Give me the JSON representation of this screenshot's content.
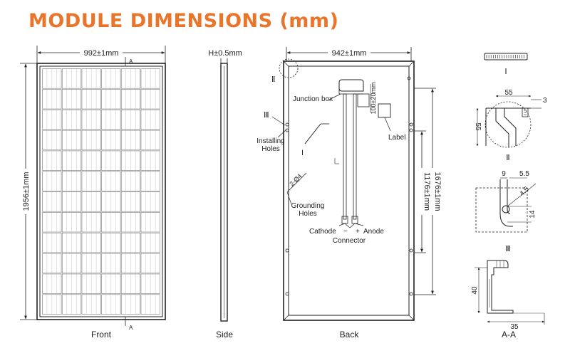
{
  "title": "MODULE DIMENSIONS (mm)",
  "colors": {
    "title": "#e8752a",
    "line": "#222222",
    "cell": "#8a8a8a"
  },
  "front": {
    "width_label": "992±1mm",
    "height_label": "1956±1mm",
    "section_marker": "A",
    "caption": "Front",
    "grid": {
      "columns": 6,
      "rows": 12
    }
  },
  "side": {
    "thickness_label": "H±0.5mm",
    "caption": "Side"
  },
  "back": {
    "width_label": "942±1mm",
    "length_outer_label": "1676±1mm",
    "length_inner_label": "1176±1mm",
    "junction_box": "Junction box",
    "cable_label": "100±20mm",
    "label_box": "Label",
    "installing_holes": [
      "Installing",
      "Holes"
    ],
    "grounding_holes": [
      "Grounding",
      "Holes"
    ],
    "grounding_spec": "2-Ø4",
    "cathode": "Cathode",
    "anode": "Anode",
    "minus": "−",
    "plus": "+",
    "connector": "Connector",
    "marker_1": "Ⅰ",
    "marker_2": "Ⅱ",
    "marker_3": "Ⅲ",
    "caption": "Back"
  },
  "details": {
    "d1_marker": "Ⅰ",
    "d2_marker": "Ⅱ",
    "d2_dims": {
      "width": "55",
      "height": "55",
      "lip": "3"
    },
    "d3_marker": "Ⅲ",
    "d3_dims": {
      "a": "9",
      "b": "5.5",
      "c": "4.5",
      "d": "14"
    },
    "aa_dims": {
      "height": "40",
      "width": "35"
    },
    "aa_caption": "A-A"
  }
}
